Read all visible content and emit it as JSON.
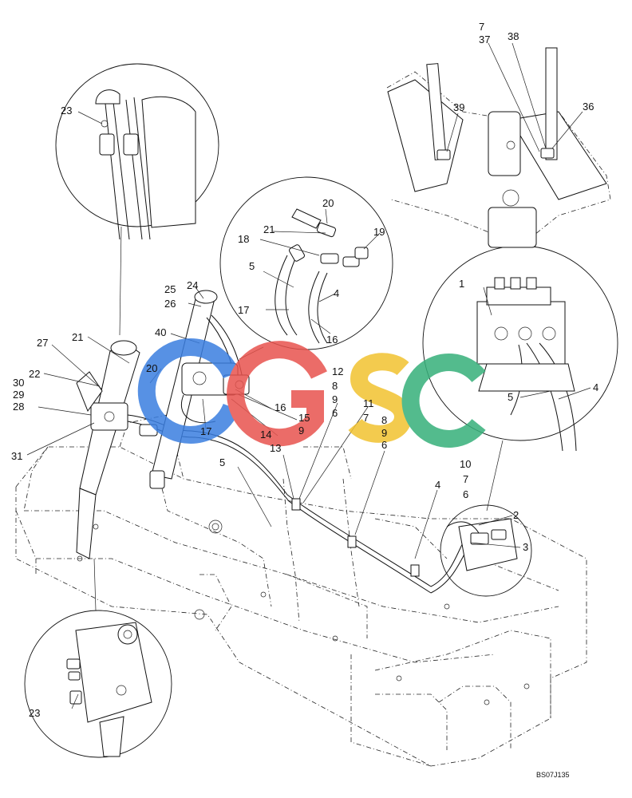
{
  "drawing": {
    "code": "BS07J135",
    "watermark": {
      "letters": [
        "G",
        "S",
        "C"
      ],
      "colors": [
        "#3a7ee0",
        "#e8534e",
        "#f2c230",
        "#36b07a"
      ]
    }
  },
  "callouts": [
    {
      "id": "c1",
      "text": "1"
    },
    {
      "id": "c2",
      "text": "2"
    },
    {
      "id": "c3",
      "text": "3"
    },
    {
      "id": "c4a",
      "text": "4"
    },
    {
      "id": "c4b",
      "text": "4"
    },
    {
      "id": "c4c",
      "text": "4"
    },
    {
      "id": "c5a",
      "text": "5"
    },
    {
      "id": "c5b",
      "text": "5"
    },
    {
      "id": "c5c",
      "text": "5"
    },
    {
      "id": "c6a",
      "text": "6"
    },
    {
      "id": "c6b",
      "text": "6"
    },
    {
      "id": "c6c",
      "text": "6"
    },
    {
      "id": "c7a",
      "text": "7"
    },
    {
      "id": "c7b",
      "text": "7"
    },
    {
      "id": "c7c",
      "text": "7"
    },
    {
      "id": "c8a",
      "text": "8"
    },
    {
      "id": "c8b",
      "text": "8"
    },
    {
      "id": "c9a",
      "text": "9"
    },
    {
      "id": "c9b",
      "text": "9"
    },
    {
      "id": "c9c",
      "text": "9"
    },
    {
      "id": "c10",
      "text": "10"
    },
    {
      "id": "c11",
      "text": "11"
    },
    {
      "id": "c12",
      "text": "12"
    },
    {
      "id": "c13",
      "text": "13"
    },
    {
      "id": "c14",
      "text": "14"
    },
    {
      "id": "c15",
      "text": "15"
    },
    {
      "id": "c16a",
      "text": "16"
    },
    {
      "id": "c16b",
      "text": "16"
    },
    {
      "id": "c17a",
      "text": "17"
    },
    {
      "id": "c17b",
      "text": "17"
    },
    {
      "id": "c18",
      "text": "18"
    },
    {
      "id": "c19",
      "text": "19"
    },
    {
      "id": "c20a",
      "text": "20"
    },
    {
      "id": "c20b",
      "text": "20"
    },
    {
      "id": "c21a",
      "text": "21"
    },
    {
      "id": "c21b",
      "text": "21"
    },
    {
      "id": "c22",
      "text": "22"
    },
    {
      "id": "c23a",
      "text": "23"
    },
    {
      "id": "c23b",
      "text": "23"
    },
    {
      "id": "c24",
      "text": "24"
    },
    {
      "id": "c25",
      "text": "25"
    },
    {
      "id": "c26",
      "text": "26"
    },
    {
      "id": "c27",
      "text": "27"
    },
    {
      "id": "c28",
      "text": "28"
    },
    {
      "id": "c29",
      "text": "29"
    },
    {
      "id": "c30",
      "text": "30"
    },
    {
      "id": "c31",
      "text": "31"
    },
    {
      "id": "c36",
      "text": "36"
    },
    {
      "id": "c37",
      "text": "37"
    },
    {
      "id": "c38",
      "text": "38"
    },
    {
      "id": "c39",
      "text": "39"
    },
    {
      "id": "c40",
      "text": "40"
    }
  ]
}
